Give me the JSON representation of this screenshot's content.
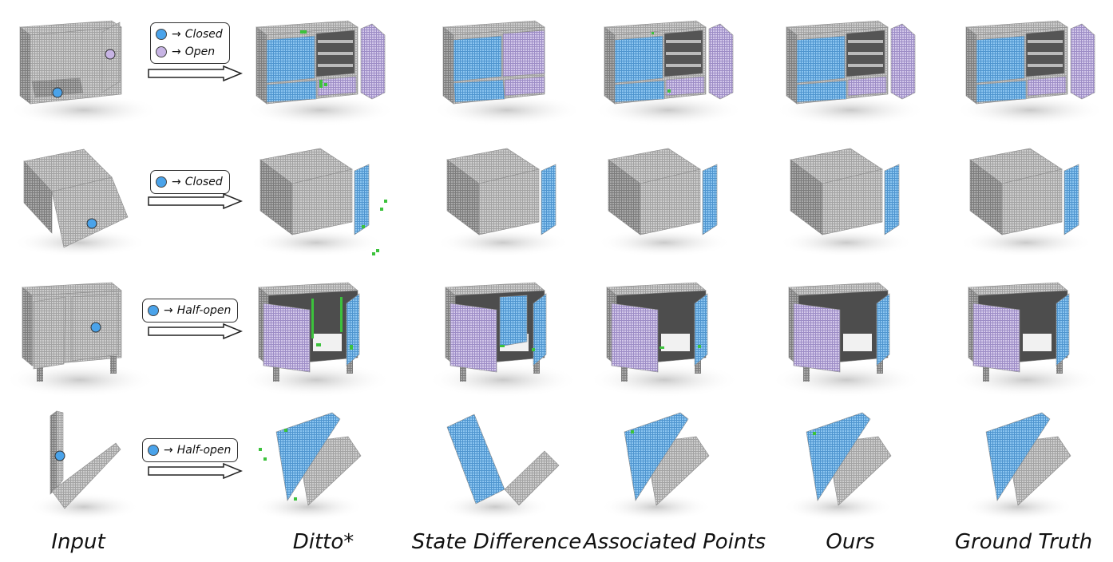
{
  "columns": [
    "Input",
    "Ditto*",
    "State Difference",
    "Associated Points",
    "Ours",
    "Ground Truth"
  ],
  "rows": [
    {
      "object": "cabinet-drawers",
      "instructions": [
        {
          "label": "Closed",
          "marker": "blue"
        },
        {
          "label": "Open",
          "marker": "purple"
        }
      ]
    },
    {
      "object": "box-lid",
      "instructions": [
        {
          "label": "Closed",
          "marker": "blue"
        }
      ]
    },
    {
      "object": "cabinet-doors",
      "instructions": [
        {
          "label": "Half-open",
          "marker": "blue"
        }
      ]
    },
    {
      "object": "laptop",
      "instructions": [
        {
          "label": "Half-open",
          "marker": "blue"
        }
      ]
    }
  ],
  "colors": {
    "body": "#9a9a9a",
    "blue_part": "#6aaee6",
    "purple_part": "#b7a7d8",
    "error": "#3cc23c",
    "marker_blue": "#4aa3ea",
    "marker_purple": "#c7b4e4"
  }
}
